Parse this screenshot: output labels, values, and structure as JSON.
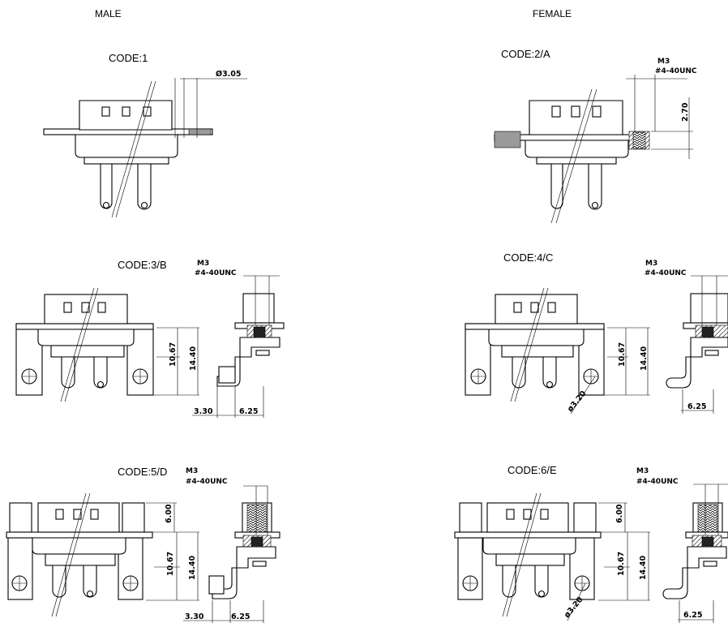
{
  "headers": {
    "male": "MALE",
    "female": "FEMALE"
  },
  "codes": {
    "c1": "CODE:1",
    "c2": "CODE:2/A",
    "c3": "CODE:3/B",
    "c4": "CODE:4/C",
    "c5": "CODE:5/D",
    "c6": "CODE:6/E"
  },
  "dims": {
    "dia_305": "Ø3.05",
    "m3": "M3",
    "unc": "#4-40UNC",
    "d270": "2.70",
    "d1067": "10.67",
    "d1440": "14.40",
    "d330": "3.30",
    "d625": "6.25",
    "d600": "6.00",
    "dia320": "ø3.20"
  }
}
